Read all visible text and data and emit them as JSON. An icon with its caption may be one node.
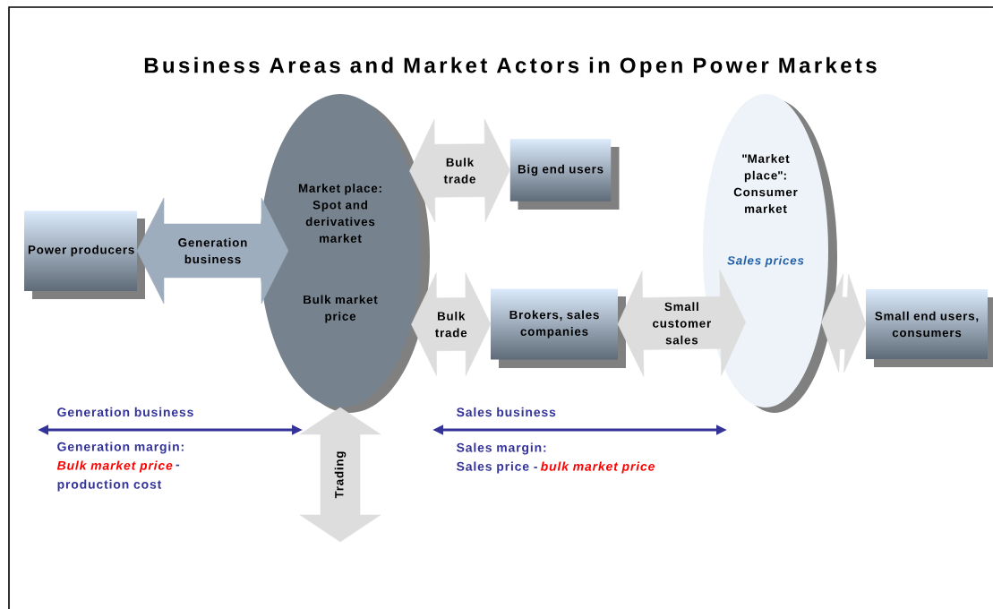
{
  "diagram": {
    "title": "Business Areas and Market Actors in Open Power Markets",
    "nodes": [
      {
        "text": [
          "Power producers"
        ]
      },
      {
        "text": [
          "Market place: Spot and derivatives market",
          "Bulk market price"
        ]
      },
      {
        "text": [
          "Big end users"
        ]
      },
      {
        "text": [
          "Brokers, sales companies"
        ]
      },
      {
        "text": [
          "\"Market place\": Consumer market",
          "Sales prices"
        ]
      },
      {
        "text": [
          "Small end users, consumers"
        ]
      }
    ],
    "edges": [
      {
        "from": 0,
        "to": 1,
        "arrow": "both",
        "label": "Generation business",
        "color": "#9eadbd"
      },
      {
        "from": 1,
        "to": 2,
        "arrow": "both",
        "label": "Bulk trade"
      },
      {
        "from": 1,
        "to": 3,
        "arrow": "both",
        "label": "Bulk trade"
      },
      {
        "from": 3,
        "to": 4,
        "arrow": "both",
        "label": "Small customer sales"
      },
      {
        "from": 4,
        "to": 5,
        "arrow": "both"
      },
      {
        "from": 1,
        "to": null,
        "arrow": "both",
        "label": "Trading"
      }
    ],
    "labels": [
      "Generation business",
      "Generation margin:",
      "Bulk market price",
      "-",
      "production cost",
      "Sales business",
      "Sales margin:",
      "Sales price -",
      "bulk market price"
    ]
  }
}
